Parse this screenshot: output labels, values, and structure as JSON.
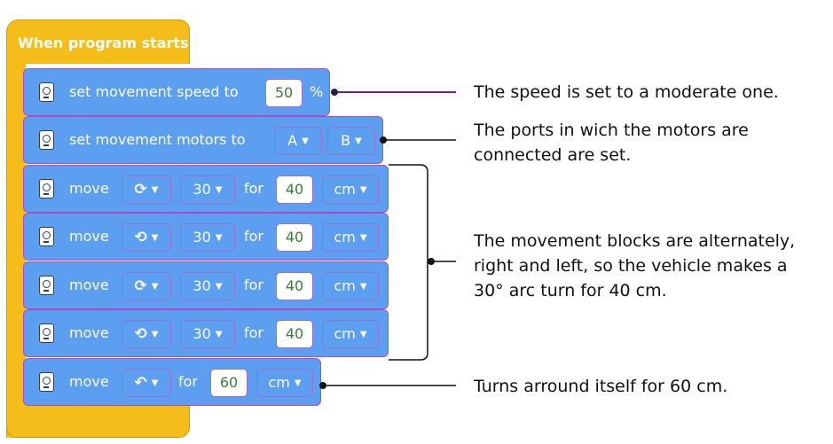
{
  "hat": {
    "title": "When program starts"
  },
  "blocks": {
    "speed": {
      "label": "set movement speed to",
      "value": "50",
      "unit": "%"
    },
    "motors": {
      "label": "set movement motors to",
      "port_a": "A",
      "port_b": "B"
    },
    "moves": [
      {
        "label": "move",
        "direction_icon": "arc-clockwise-icon",
        "direction": "⟳",
        "steer": "30",
        "for": "for",
        "value": "40",
        "unit": "cm"
      },
      {
        "label": "move",
        "direction_icon": "arc-counterclockwise-icon",
        "direction": "⟲",
        "steer": "30",
        "for": "for",
        "value": "40",
        "unit": "cm"
      },
      {
        "label": "move",
        "direction_icon": "arc-clockwise-icon",
        "direction": "⟳",
        "steer": "30",
        "for": "for",
        "value": "40",
        "unit": "cm"
      },
      {
        "label": "move",
        "direction_icon": "arc-counterclockwise-icon",
        "direction": "⟲",
        "steer": "30",
        "for": "for",
        "value": "40",
        "unit": "cm"
      }
    ],
    "turn": {
      "label": "move",
      "direction_icon": "turn-around-icon",
      "direction": "↶",
      "for": "for",
      "value": "60",
      "unit": "cm"
    }
  },
  "annotations": {
    "speed": [
      "The speed is set to a moderate one."
    ],
    "ports": [
      "The ports in wich the motors are",
      "connected are set."
    ],
    "movement": [
      "The movement blocks are alternately,",
      "right and left, so the vehicle makes a",
      "30° arc turn for 40 cm."
    ],
    "turn": [
      "Turns arround itself for 60 cm."
    ]
  },
  "colors": {
    "hat": "#f5bd1a",
    "block": "#5c9ff0",
    "block_outline": "#b347c4",
    "input_text": "#3d7a3a",
    "speed_connector": "#6a1b9a",
    "connector": "#111111"
  }
}
